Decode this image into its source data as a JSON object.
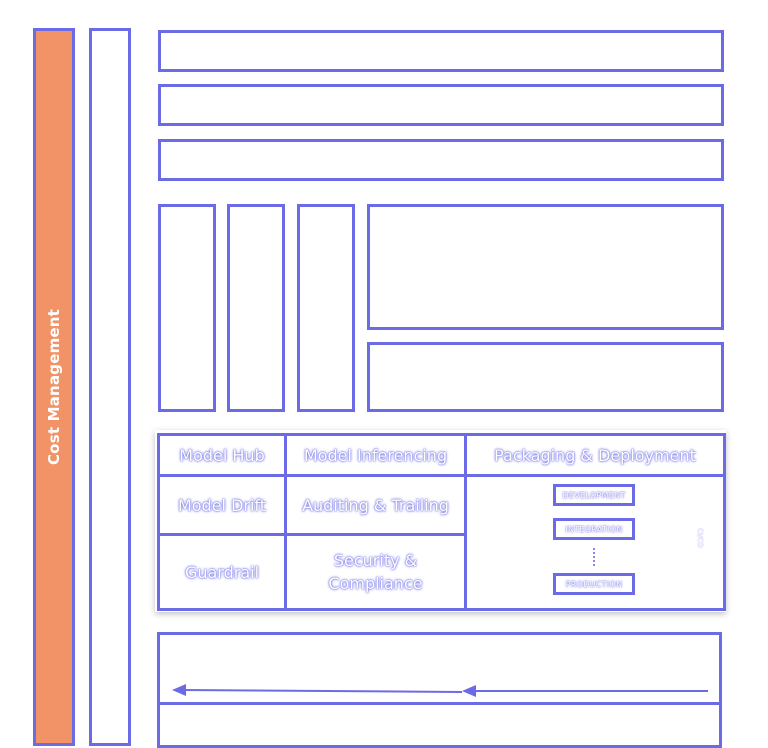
{
  "left_bar": {
    "label": "Cost Management",
    "color": "#f19366"
  },
  "accent_color": "#6c6be6",
  "services": {
    "model_hub": "Model Hub",
    "model_inferencing": "Model Inferencing",
    "packaging_deployment": "Packaging & Deployment",
    "model_drift": "Model Drift",
    "auditing_trailing": "Auditing & Trailing",
    "guardrail": "Guardrail",
    "security_compliance": "Security & Compliance"
  },
  "pipeline": {
    "stages": [
      "DEVELOPMENT",
      "INTEGRATION",
      "PRODUCTION"
    ],
    "side_label": "CI/CD"
  }
}
